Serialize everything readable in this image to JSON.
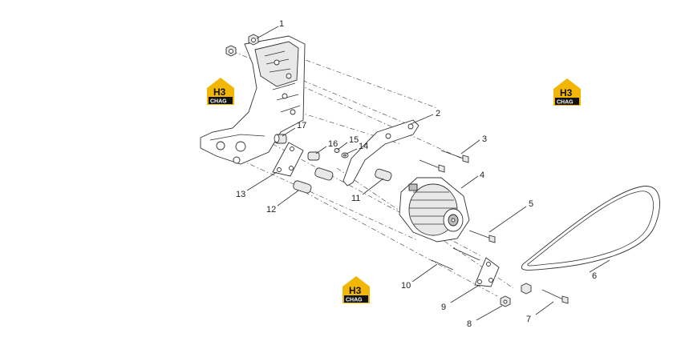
{
  "callouts": [
    {
      "id": "1",
      "label": "1"
    },
    {
      "id": "2",
      "label": "2"
    },
    {
      "id": "3",
      "label": "3"
    },
    {
      "id": "4",
      "label": "4"
    },
    {
      "id": "5",
      "label": "5"
    },
    {
      "id": "6",
      "label": "6"
    },
    {
      "id": "7",
      "label": "7"
    },
    {
      "id": "8",
      "label": "8"
    },
    {
      "id": "9",
      "label": "9"
    },
    {
      "id": "10",
      "label": "10"
    },
    {
      "id": "11",
      "label": "11"
    },
    {
      "id": "12",
      "label": "12"
    },
    {
      "id": "13",
      "label": "13"
    },
    {
      "id": "14",
      "label": "14"
    },
    {
      "id": "15",
      "label": "15"
    },
    {
      "id": "16",
      "label": "16"
    },
    {
      "id": "17",
      "label": "17"
    }
  ],
  "watermark": {
    "top_text": "H3",
    "bottom_text": "CHAG",
    "bg_color": "#f2b705",
    "fg_color": "#111111"
  },
  "colors": {
    "line": "#333333",
    "background": "#ffffff"
  }
}
